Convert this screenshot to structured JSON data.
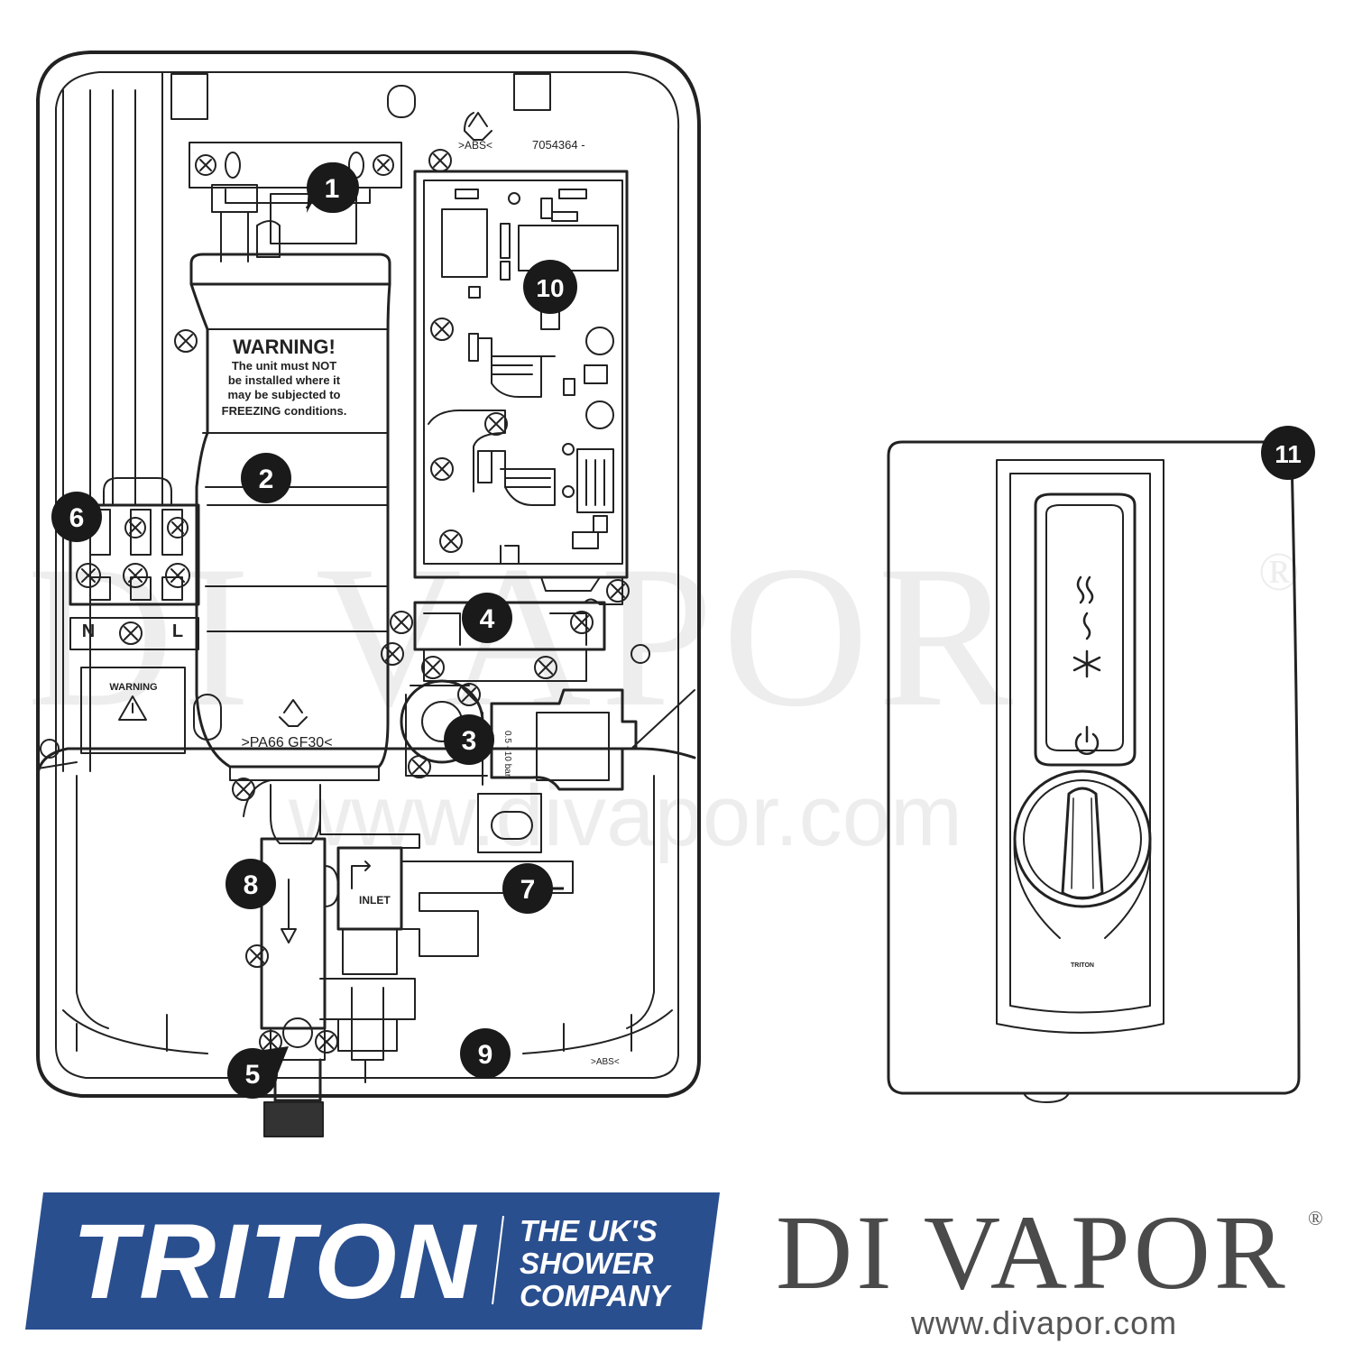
{
  "callouts": [
    {
      "id": "callout-1",
      "label": "1"
    },
    {
      "id": "callout-2",
      "label": "2"
    },
    {
      "id": "callout-3",
      "label": "3"
    },
    {
      "id": "callout-4",
      "label": "4"
    },
    {
      "id": "callout-5",
      "label": "5"
    },
    {
      "id": "callout-6",
      "label": "6"
    },
    {
      "id": "callout-7",
      "label": "7"
    },
    {
      "id": "callout-8",
      "label": "8"
    },
    {
      "id": "callout-9",
      "label": "9"
    },
    {
      "id": "callout-10",
      "label": "10"
    },
    {
      "id": "callout-11",
      "label": "11"
    }
  ],
  "labels": {
    "abs_top": ">ABS<",
    "part_number": "7054364 -",
    "warning_title": "WARNING!",
    "warning_line1": "The unit must NOT",
    "warning_line2": "be installed where it",
    "warning_line3": "may be subjected to",
    "warning_line4": "FREEZING conditions.",
    "neutral": "N",
    "live": "L",
    "small_warning": "WARNING",
    "material": ">PA66 GF30<",
    "pressure": "0.5 - 10 bar",
    "inlet": "INLET",
    "abs_bottom": ">ABS<",
    "knob_brand": "TRITON"
  },
  "colors": {
    "triton_blue": "#2a4f8f",
    "line": "#222222",
    "callout": "#1a1a1a",
    "divapor_text": "#4a4a4a"
  },
  "icons": {
    "recycle_top": "recycle-icon",
    "recycle_heater": "recycle-icon",
    "hot_mode": "high-heat-icon",
    "warm_mode": "low-heat-icon",
    "cold_mode": "snowflake-icon",
    "power": "power-icon",
    "warning_triangle": "warning-triangle-icon"
  },
  "branding": {
    "triton_name": "TRITON",
    "triton_tag1": "THE UK'S",
    "triton_tag2": "SHOWER",
    "triton_tag3": "COMPANY",
    "divapor_name": "DI VAPOR",
    "divapor_reg": "®",
    "divapor_url": "www.divapor.com"
  },
  "watermark": {
    "main": "DI VAPOR",
    "reg": "®",
    "url": "www.divapor.com"
  }
}
